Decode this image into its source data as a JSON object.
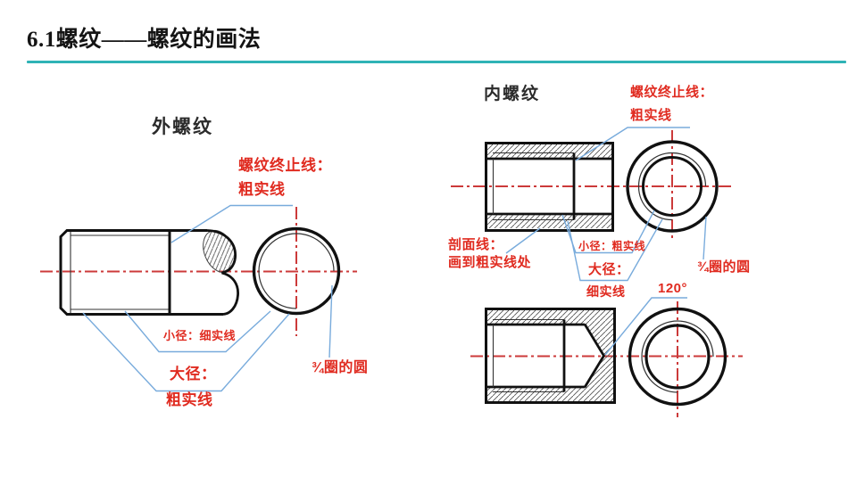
{
  "title": "6.1螺纹——螺纹的画法",
  "colors": {
    "accent_teal": "#2fb3b6",
    "annotation_red": "#e02b20",
    "leader_blue": "#78abdc",
    "centerline_red": "#cc3a3a",
    "drawing_black": "#111111"
  },
  "external": {
    "label": "外螺纹",
    "end_line_1": "螺纹终止线：",
    "end_line_2": "粗实线",
    "minor_dia": "小径：细实线",
    "major_dia_1": "大径：",
    "major_dia_2": "粗实线",
    "three_quarter_circle": "¾圈的圆"
  },
  "internal": {
    "label": "内螺纹",
    "end_line_1": "螺纹终止线：",
    "end_line_2": "粗实线",
    "section_line_1": "剖面线：",
    "section_line_2": "画到粗实线处",
    "minor_dia": "小径：粗实线",
    "major_dia_1": "大径：",
    "major_dia_2": "细实线",
    "three_quarter_circle": "¾圈的圆",
    "drill_angle": "120°"
  }
}
